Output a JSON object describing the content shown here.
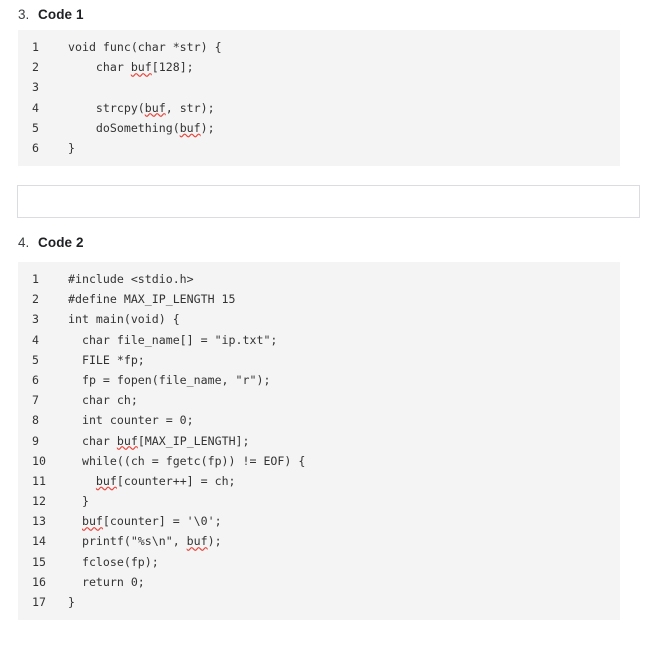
{
  "page": {
    "background": "#ffffff",
    "code_background": "#f4f4f4",
    "code_text_color": "#333333",
    "spellcheck_underline_color": "#e8453c",
    "input_border_color": "#dadce0"
  },
  "questions": [
    {
      "number": "3.",
      "title": "Code 1",
      "code": {
        "language": "c",
        "line_numbers": [
          "1",
          "2",
          "3",
          "4",
          "5",
          "6"
        ],
        "lines": [
          "void func(char *str) {",
          "    char buf[128];",
          "",
          "    strcpy(buf, str);",
          "    doSomething(buf);",
          "}"
        ],
        "misspelled_words": [
          "buf"
        ]
      },
      "answer": {
        "value": "",
        "placeholder": ""
      }
    },
    {
      "number": "4.",
      "title": "Code 2",
      "code": {
        "language": "c",
        "line_numbers": [
          "1",
          "2",
          "3",
          "4",
          "5",
          "6",
          "7",
          "8",
          "9",
          "10",
          "11",
          "12",
          "13",
          "14",
          "15",
          "16",
          "17"
        ],
        "lines": [
          "#include <stdio.h>",
          "#define MAX_IP_LENGTH 15",
          "int main(void) {",
          "  char file_name[] = \"ip.txt\";",
          "  FILE *fp;",
          "  fp = fopen(file_name, \"r\");",
          "  char ch;",
          "  int counter = 0;",
          "  char buf[MAX_IP_LENGTH];",
          "  while((ch = fgetc(fp)) != EOF) {",
          "    buf[counter++] = ch;",
          "  }",
          "  buf[counter] = '\\0';",
          "  printf(\"%s\\n\", buf);",
          "  fclose(fp);",
          "  return 0;",
          "}"
        ],
        "misspelled_words": [
          "buf"
        ]
      }
    }
  ]
}
